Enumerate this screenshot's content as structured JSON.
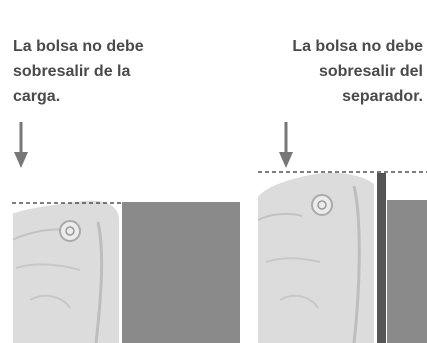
{
  "left_panel": {
    "caption": "La bolsa no debe\nsobresalir de la\ncarga.",
    "down_arrow_icon": "arrow-down"
  },
  "right_panel": {
    "caption": "La bolsa no debe\nsobresalir del\nseparador.",
    "down_arrow_icon": "arrow-down"
  },
  "colors": {
    "text": "#4a4a4a",
    "cargo": "#8a8a8a",
    "separator": "#555555",
    "bag": "#d9d9d9",
    "guide_line": "#333333"
  }
}
